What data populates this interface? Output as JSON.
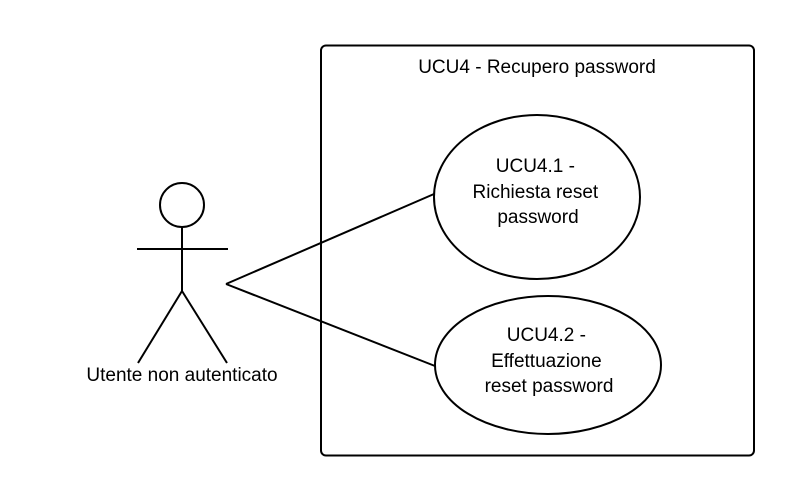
{
  "system": {
    "title": "UCU4 - Recupero password"
  },
  "actor": {
    "label": "Utente non autenticato"
  },
  "use_cases": [
    {
      "lines": [
        "UCU4.1 -",
        "Richiesta reset",
        "password"
      ]
    },
    {
      "lines": [
        "UCU4.2 -",
        "Effettuazione",
        "reset password"
      ]
    }
  ],
  "colors": {
    "stroke": "#000000",
    "fill": "#ffffff",
    "text": "#000000"
  }
}
